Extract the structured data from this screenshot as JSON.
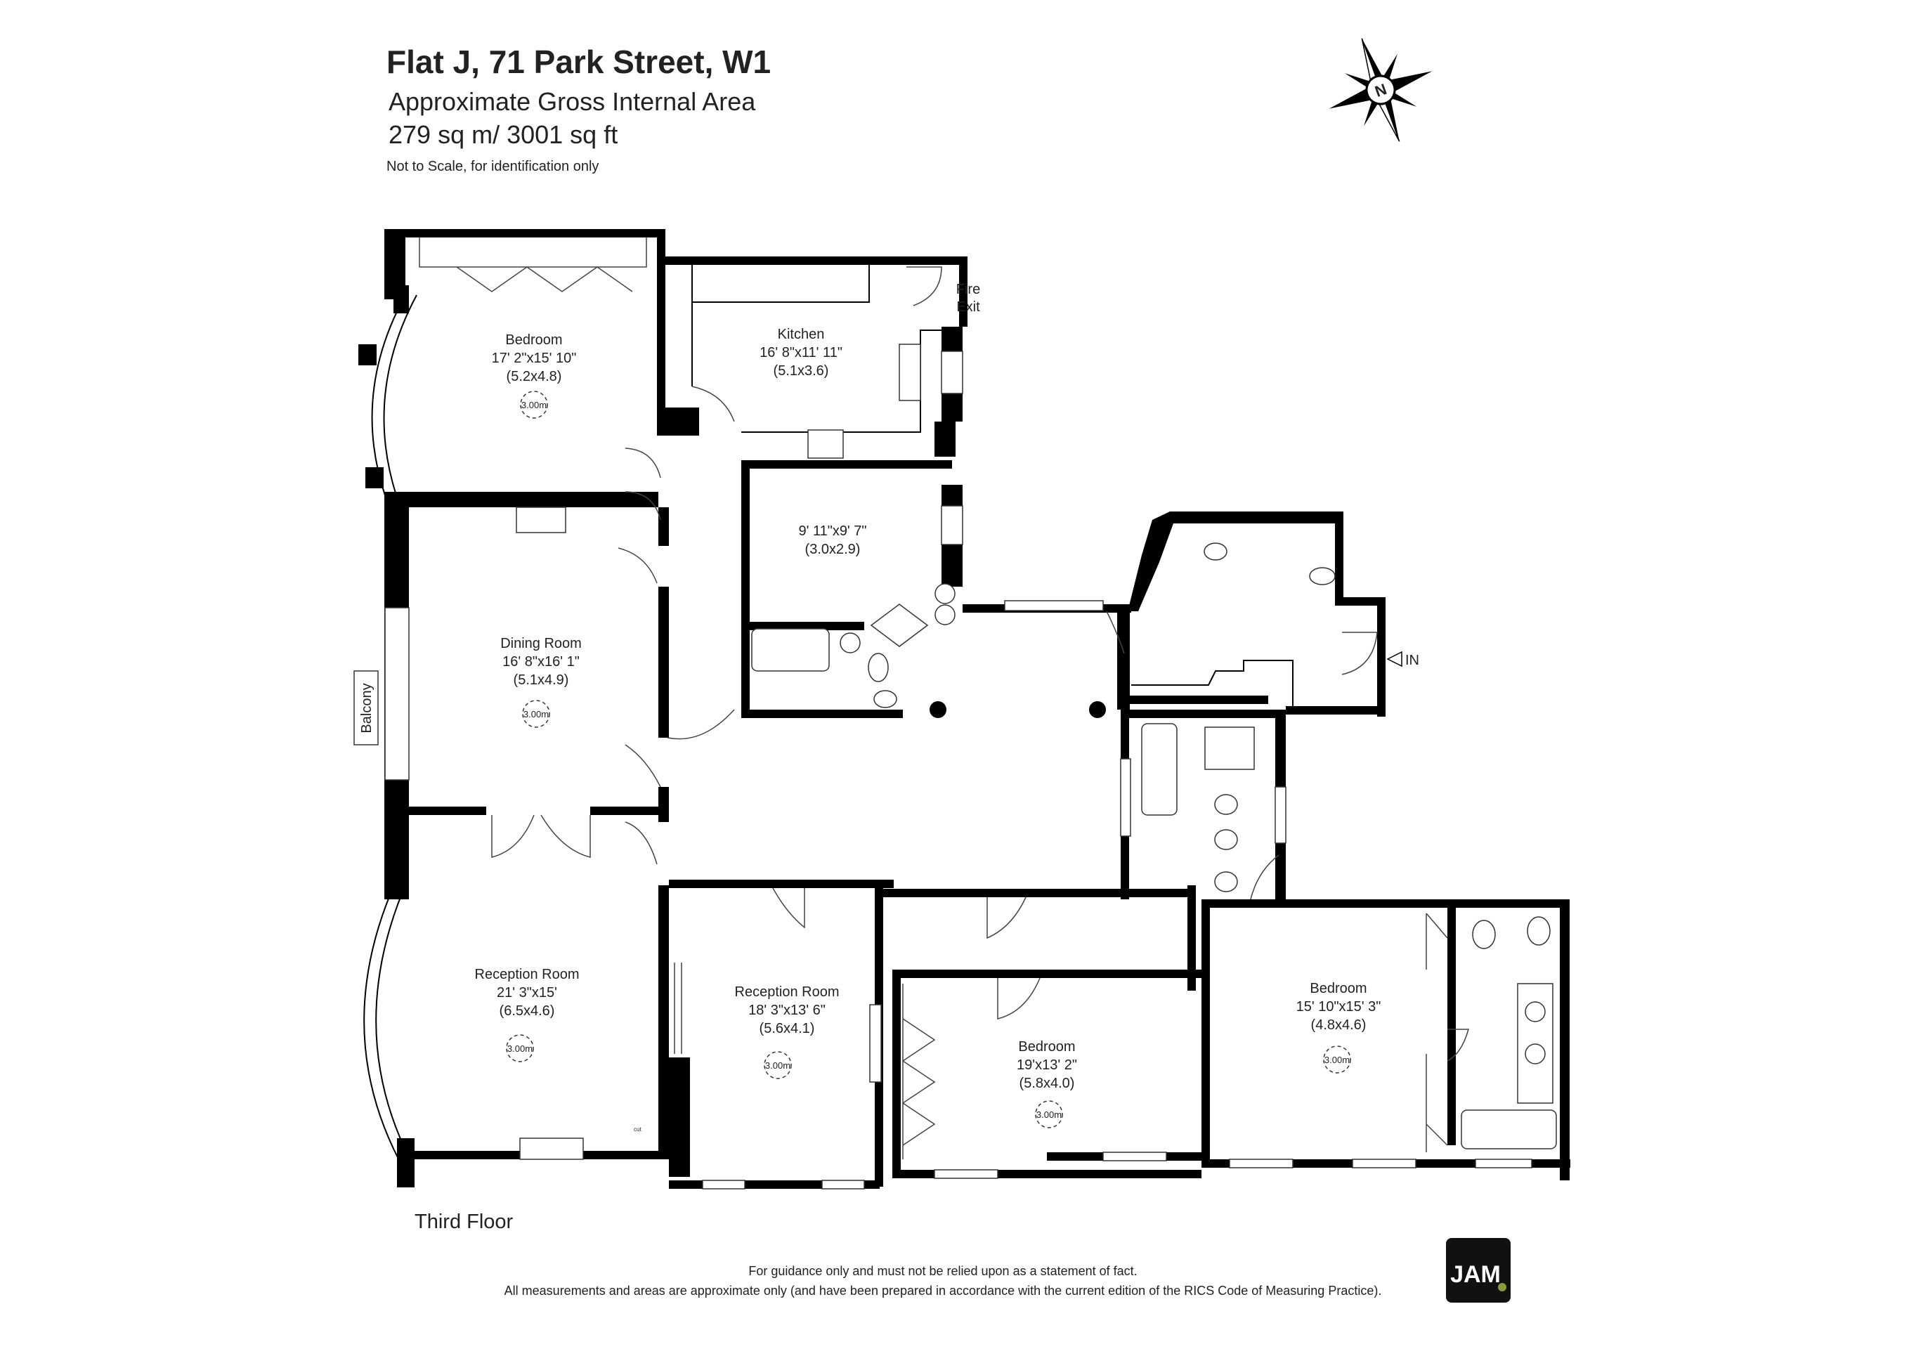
{
  "header": {
    "title": "Flat J, 71 Park Street, W1",
    "subtitle_line1": "Approximate Gross Internal Area",
    "subtitle_line2": "279 sq m/ 3001 sq ft",
    "note": "Not to Scale, for identification only"
  },
  "compass_letter": "N",
  "rooms": {
    "bedroom1": {
      "name": "Bedroom",
      "size": "17' 2\"x15' 10\"",
      "metric": "(5.2x4.8)",
      "ceiling": "3.00m"
    },
    "kitchen": {
      "name": "Kitchen",
      "size": "16' 8\"x11' 11\"",
      "metric": "(5.1x3.6)"
    },
    "study": {
      "size": "9' 11\"x9' 7\"",
      "metric": "(3.0x2.9)"
    },
    "dining": {
      "name": "Dining Room",
      "size": "16' 8\"x16' 1\"",
      "metric": "(5.1x4.9)",
      "ceiling": "3.00m"
    },
    "reception1": {
      "name": "Reception Room",
      "size": "21' 3\"x15'",
      "metric": "(6.5x4.6)",
      "ceiling": "3.00m"
    },
    "reception2": {
      "name": "Reception Room",
      "size": "18' 3\"x13' 6\"",
      "metric": "(5.6x4.1)",
      "ceiling": "3.00m"
    },
    "bedroom2": {
      "name": "Bedroom",
      "size": "19'x13' 2\"",
      "metric": "(5.8x4.0)",
      "ceiling": "3.00m"
    },
    "bedroom3": {
      "name": "Bedroom",
      "size": "15' 10\"x15' 3\"",
      "metric": "(4.8x4.6)",
      "ceiling": "3.00m"
    }
  },
  "labels": {
    "fire_exit_1": "Fire",
    "fire_exit_2": "Exit",
    "balcony": "Balcony",
    "entrance": "IN",
    "floor_name": "Third Floor",
    "cupboard": "cut"
  },
  "footer": {
    "line1": "For guidance only and must not be relied upon as a statement of fact.",
    "line2": "All measurements and areas are approximate only (and have been prepared in accordance with the current edition of the RICS Code of Measuring Practice).",
    "logo_text": "JAM"
  }
}
